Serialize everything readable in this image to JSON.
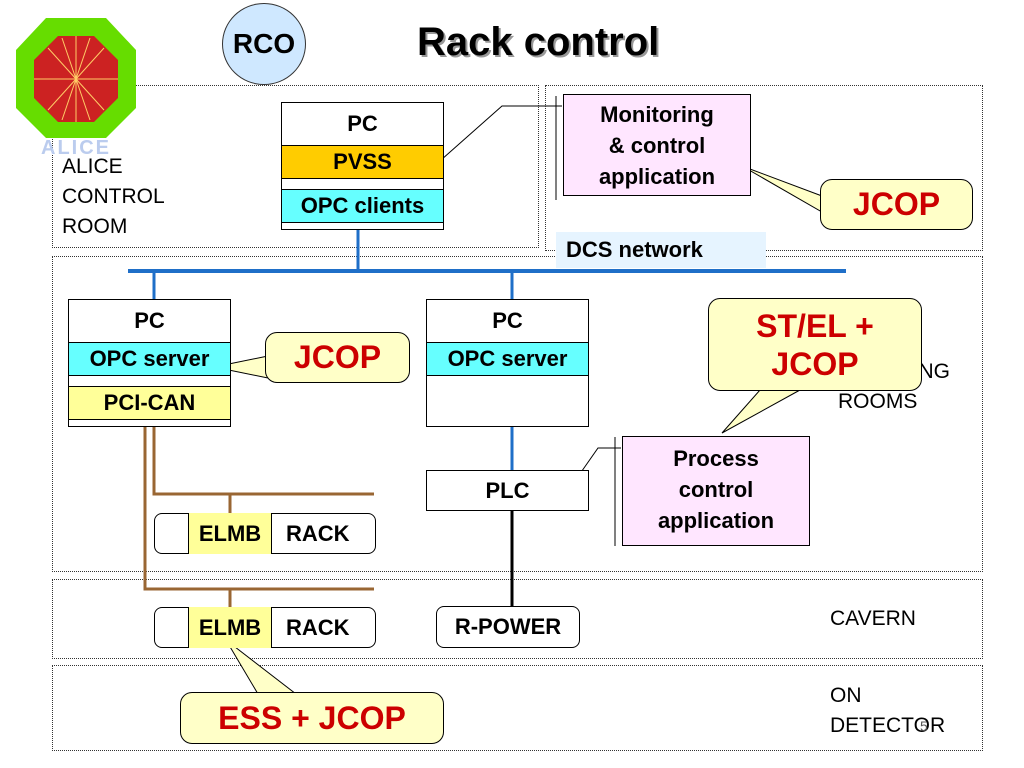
{
  "title": "Rack control",
  "badge": "RCO",
  "logo_text": "ALICE",
  "zones": {
    "control_room": [
      "ALICE",
      "CONTROL",
      "ROOM"
    ],
    "counting_rooms": [
      "COUNTING",
      "ROOMS"
    ],
    "cavern": "CAVERN",
    "on_detector": [
      "ON",
      "DETECTOR"
    ]
  },
  "network_label": "DCS network",
  "pc_top": {
    "title": "PC",
    "layer1": "PVSS",
    "layer2": "OPC clients"
  },
  "pc_left": {
    "title": "PC",
    "layer1": "OPC server",
    "layer2": "PCI-CAN"
  },
  "pc_right": {
    "title": "PC",
    "layer1": "OPC server"
  },
  "plc": "PLC",
  "rack1": {
    "elmb": "ELMB",
    "rack": "RACK"
  },
  "rack2": {
    "elmb": "ELMB",
    "rack": "RACK"
  },
  "rpower": "R-POWER",
  "monitoring_app": [
    "Monitoring",
    "& control",
    "application"
  ],
  "process_app": [
    "Process",
    "control",
    "application"
  ],
  "callouts": {
    "jcop_top": "JCOP",
    "jcop_left": "JCOP",
    "stel": [
      "ST/EL +",
      "JCOP"
    ],
    "ess": "ESS + JCOP"
  },
  "page_number": "5",
  "colors": {
    "pvss": "#ffcc00",
    "opc": "#66ffff",
    "pcican": "#ffff99",
    "elmb": "#ffff99",
    "app": "#ffe6ff",
    "callout": "#ffffc8",
    "callout_text": "#cc0000",
    "network": "#1f6fc8",
    "can_bus": "#996633",
    "badge": "#cfe8ff"
  }
}
